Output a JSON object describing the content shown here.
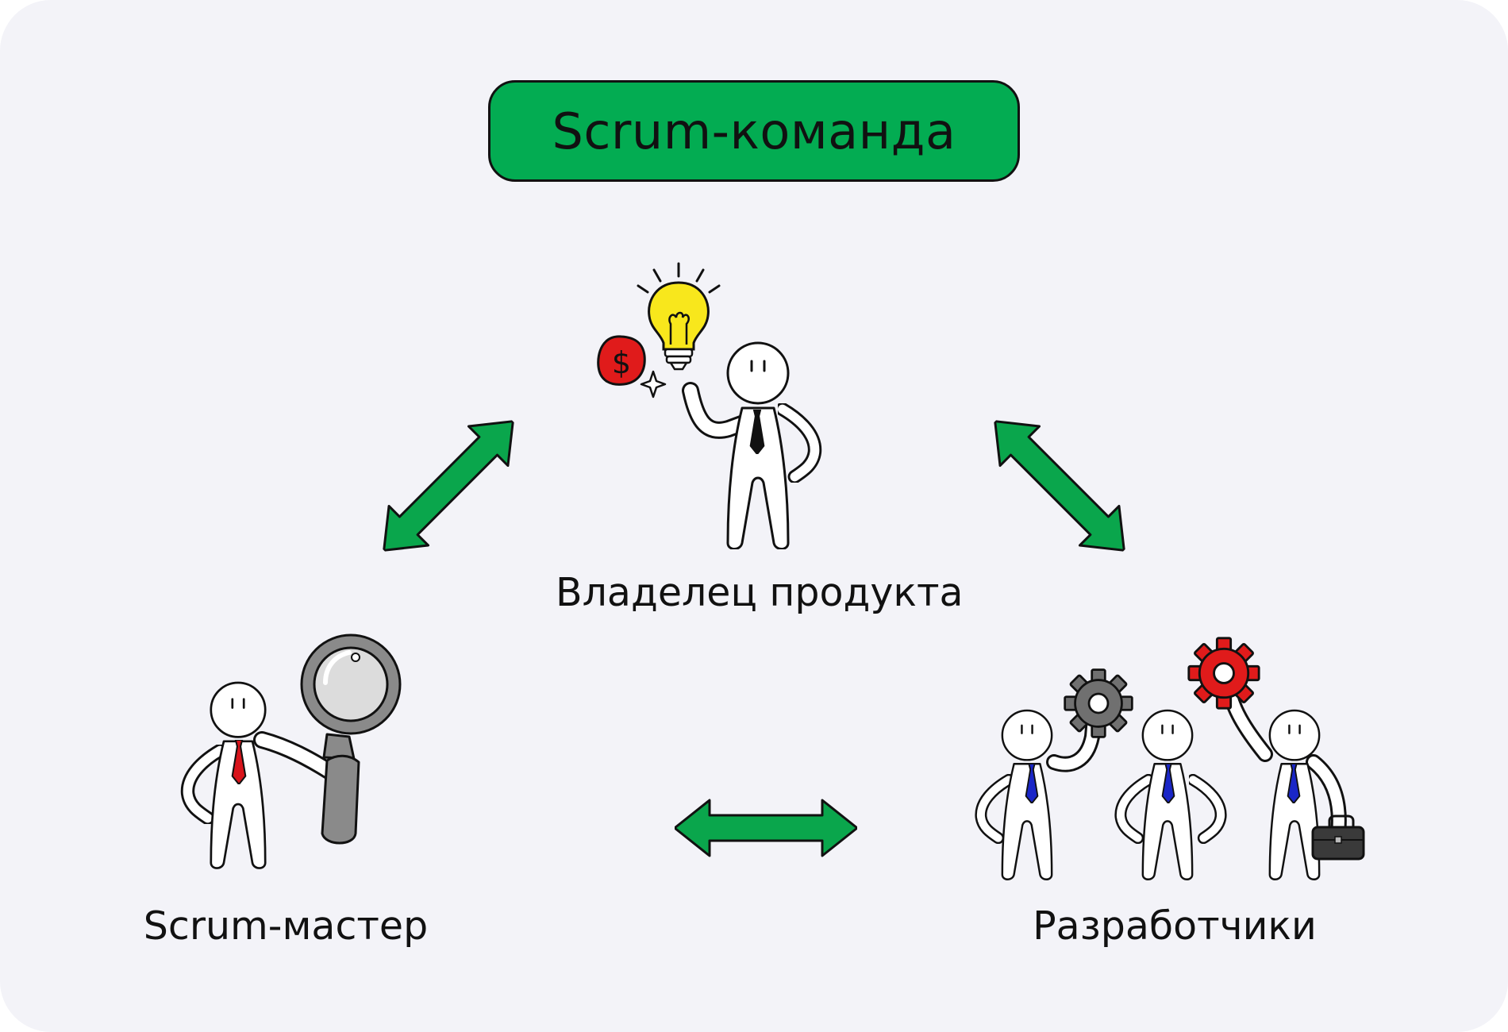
{
  "title": "Scrum-команда",
  "roles": {
    "product_owner": "Владелец продукта",
    "scrum_master": "Scrum-мастер",
    "developers": "Разработчики"
  },
  "icons": {
    "dollar_symbol": "$"
  },
  "colors": {
    "background": "#f3f3f8",
    "accent_green": "#03ac52",
    "arrow_green": "#0aa64c",
    "tie_black": "#111111",
    "tie_red": "#d8141b",
    "tie_blue": "#1a26c7",
    "bulb_yellow": "#f8e71c",
    "coin_red": "#e01b1b",
    "gear_gray": "#707070",
    "gear_red": "#e01b1b",
    "magnifier_gray": "#8a8a8a"
  }
}
